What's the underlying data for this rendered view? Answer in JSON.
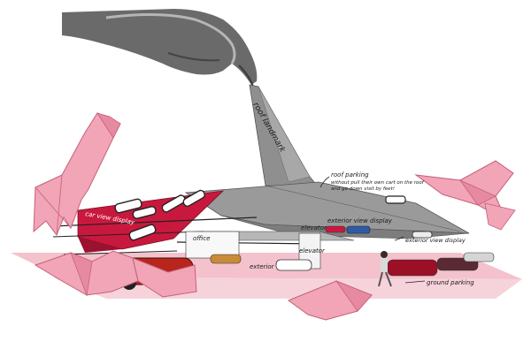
{
  "labels": {
    "roof_landmark": "roof landmark",
    "roof_parking_1": "roof parking",
    "roof_parking_2": "without pull their own cart on the roof",
    "roof_parking_3": "and go down visit by feet!",
    "exterior_view_display": "exterior view display",
    "office": "office",
    "elevator_upper": "elevator",
    "elevator_lower": "elevator",
    "exterior_display": "exterior",
    "side_display_ramp": "car view display",
    "exterior_view_display_right": "exterior view display",
    "ground_parking": "ground parking"
  },
  "colors": {
    "pink": "#f1a5b7",
    "pink_dark": "#c65f7c",
    "roof_gray": "#8f8f8f",
    "ramp_red": "#c9183e"
  }
}
